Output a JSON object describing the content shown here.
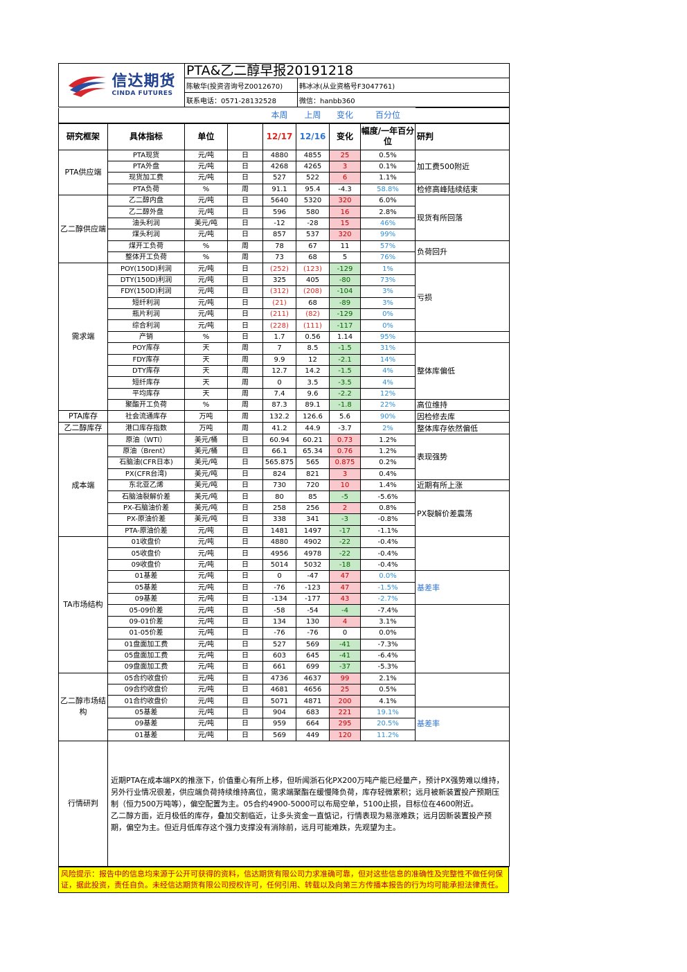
{
  "header": {
    "logo_cn": "信达期货",
    "logo_en": "CINDA FUTURES",
    "title": "PTA&乙二醇早报20191218",
    "analyst1": "陈敏华(投资咨询号Z0012670)",
    "analyst2": "韩冰冰(从业资格号F3047761)",
    "phone": "联系电话：0571-28132528",
    "wechat": "微信：hanbb360",
    "legend": [
      "本周",
      "上周",
      "变化",
      "百分位"
    ]
  },
  "columns": {
    "framework": "研究框架",
    "indicator": "具体指标",
    "unit": "单位",
    "date1": "12/17",
    "date2": "12/16",
    "change": "变化",
    "pct": "幅度/一年百分位",
    "judgement": "研判"
  },
  "colors": {
    "pink": "#f8c8cc",
    "green": "#c7e9c7",
    "red": "#e0261f",
    "blue": "#2e75d6",
    "risk_bg": "#ffff00"
  },
  "rows": [
    {
      "cat": "PTA供应端",
      "catSpan": 4,
      "name": "PTA现货",
      "unit": "元/吨",
      "freq": "日",
      "v1": "4880",
      "v2": "4855",
      "chg": "25",
      "chgC": "pink",
      "pct": "0.5%",
      "note": "加工费500附近",
      "noteSpan": 3
    },
    {
      "name": "PTA外盘",
      "unit": "元/吨",
      "freq": "日",
      "v1": "4268",
      "v2": "4265",
      "chg": "3",
      "chgC": "pink",
      "pct": "0.1%"
    },
    {
      "name": "现货加工费",
      "unit": "元/吨",
      "freq": "日",
      "v1": "527",
      "v2": "522",
      "chg": "6",
      "chgC": "pink",
      "pct": "1.1%"
    },
    {
      "name": "PTA负荷",
      "unit": "%",
      "freq": "周",
      "v1": "91.1",
      "v2": "95.4",
      "chg": "-4.3",
      "pct": "58.8%",
      "pctC": "blue",
      "note": "检修高峰陆续结束",
      "noteSpan": 1
    },
    {
      "cat": "乙二醇供应端",
      "catSpan": 6,
      "name": "乙二醇内盘",
      "unit": "元/吨",
      "freq": "日",
      "v1": "5640",
      "v2": "5320",
      "chg": "320",
      "chgC": "pink",
      "pct": "6.0%",
      "note": "现货有所回落",
      "noteSpan": 4
    },
    {
      "name": "乙二醇外盘",
      "unit": "元/吨",
      "freq": "日",
      "v1": "596",
      "v2": "580",
      "chg": "16",
      "chgC": "pink",
      "pct": "2.8%"
    },
    {
      "name": "油头利润",
      "unit": "美元/吨",
      "freq": "日",
      "v1": "-12",
      "v2": "-28",
      "chg": "15",
      "chgC": "pink",
      "pct": "46%",
      "pctC": "blue"
    },
    {
      "name": "煤头利润",
      "unit": "元/吨",
      "freq": "日",
      "v1": "857",
      "v2": "537",
      "chg": "320",
      "chgC": "pink",
      "pct": "99%",
      "pctC": "blue"
    },
    {
      "name": "煤开工负荷",
      "unit": "%",
      "freq": "周",
      "v1": "78",
      "v2": "67",
      "chg": "11",
      "pct": "57%",
      "pctC": "blue",
      "note": "负荷回升",
      "noteSpan": 2
    },
    {
      "name": "整体开工负荷",
      "unit": "%",
      "freq": "周",
      "v1": "73",
      "v2": "68",
      "chg": "5",
      "pct": "76%",
      "pctC": "blue"
    },
    {
      "cat": "需求端",
      "catSpan": 13,
      "name": "POY(150D)利润",
      "unit": "元/吨",
      "freq": "日",
      "v1": "(252)",
      "v1C": "red",
      "v2": "(123)",
      "v2C": "red",
      "chg": "-129",
      "chgC": "green",
      "pct": "1%",
      "pctC": "blue",
      "note": "亏损",
      "noteSpan": 6
    },
    {
      "name": "DTY(150D)利润",
      "unit": "元/吨",
      "freq": "日",
      "v1": "325",
      "v2": "405",
      "chg": "-80",
      "chgC": "green",
      "pct": "73%",
      "pctC": "blue"
    },
    {
      "name": "FDY(150D)利润",
      "unit": "元/吨",
      "freq": "日",
      "v1": "(312)",
      "v1C": "red",
      "v2": "(208)",
      "v2C": "red",
      "chg": "-104",
      "chgC": "green",
      "pct": "3%",
      "pctC": "blue"
    },
    {
      "name": "短纤利润",
      "unit": "元/吨",
      "freq": "日",
      "v1": "(21)",
      "v1C": "red",
      "v2": "68",
      "chg": "-89",
      "chgC": "green",
      "pct": "3%",
      "pctC": "blue"
    },
    {
      "name": "瓶片利润",
      "unit": "元/吨",
      "freq": "日",
      "v1": "(211)",
      "v1C": "red",
      "v2": "(82)",
      "v2C": "red",
      "chg": "-129",
      "chgC": "green",
      "pct": "0%",
      "pctC": "blue"
    },
    {
      "name": "综合利润",
      "unit": "元/吨",
      "freq": "日",
      "v1": "(228)",
      "v1C": "red",
      "v2": "(111)",
      "v2C": "red",
      "chg": "-117",
      "chgC": "green",
      "pct": "0%",
      "pctC": "blue"
    },
    {
      "name": "产销",
      "unit": "%",
      "freq": "日",
      "v1": "1.7",
      "v2": "0.56",
      "chg": "1.14",
      "pct": "95%",
      "pctC": "blue",
      "note": "",
      "noteSpan": 1
    },
    {
      "name": "POY库存",
      "unit": "天",
      "freq": "周",
      "v1": "7",
      "v2": "8.5",
      "chg": "-1.5",
      "chgC": "green",
      "pct": "31%",
      "pctC": "blue",
      "note": "整体库偏低",
      "noteSpan": 5
    },
    {
      "name": "FDY库存",
      "unit": "天",
      "freq": "周",
      "v1": "9.9",
      "v2": "12",
      "chg": "-2.1",
      "chgC": "green",
      "pct": "14%",
      "pctC": "blue"
    },
    {
      "name": "DTY库存",
      "unit": "天",
      "freq": "周",
      "v1": "12.7",
      "v2": "14.2",
      "chg": "-1.5",
      "chgC": "green",
      "pct": "4%",
      "pctC": "blue"
    },
    {
      "name": "短纤库存",
      "unit": "天",
      "freq": "周",
      "v1": "0",
      "v2": "3.5",
      "chg": "-3.5",
      "chgC": "green",
      "pct": "4%",
      "pctC": "blue"
    },
    {
      "name": "平均库存",
      "unit": "天",
      "freq": "周",
      "v1": "7.4",
      "v2": "9.6",
      "chg": "-2.2",
      "chgC": "green",
      "pct": "12%",
      "pctC": "blue"
    },
    {
      "name": "聚酯开工负荷",
      "unit": "%",
      "freq": "周",
      "v1": "87.3",
      "v2": "89.1",
      "chg": "-1.8",
      "chgC": "green",
      "pct": "22%",
      "pctC": "blue",
      "note": "高位维持",
      "noteSpan": 1
    },
    {
      "cat": "PTA库存",
      "catSpan": 1,
      "name": "社会流通库存",
      "unit": "万吨",
      "freq": "周",
      "v1": "132.2",
      "v2": "126.6",
      "chg": "5.6",
      "pct": "90%",
      "pctC": "blue",
      "note": "因检修去库",
      "noteSpan": 1
    },
    {
      "cat": "乙二醇库存",
      "catSpan": 1,
      "name": "港口库存指数",
      "unit": "万吨",
      "freq": "周",
      "v1": "41.2",
      "v2": "44.9",
      "chg": "-3.7",
      "pct": "2%",
      "pctC": "blue",
      "note": "整体库存依然偏低",
      "noteSpan": 1
    },
    {
      "cat": "成本端",
      "catSpan": 9,
      "name": "原油（WTI）",
      "unit": "美元/桶",
      "freq": "日",
      "v1": "60.94",
      "v2": "60.21",
      "chg": "0.73",
      "chgC": "pink",
      "pct": "1.2%",
      "note": "表现强势",
      "noteSpan": 4
    },
    {
      "name": "原油（Brent）",
      "unit": "美元/桶",
      "freq": "日",
      "v1": "66.1",
      "v2": "65.34",
      "chg": "0.76",
      "chgC": "pink",
      "pct": "1.2%"
    },
    {
      "name": "石脑油(CFR日本)",
      "unit": "美元/吨",
      "freq": "日",
      "v1": "565.875",
      "v2": "565",
      "chg": "0.875",
      "chgC": "pink",
      "pct": "0.2%"
    },
    {
      "name": "PX(CFR台湾)",
      "unit": "美元/吨",
      "freq": "日",
      "v1": "824",
      "v2": "821",
      "chg": "3",
      "chgC": "pink",
      "pct": "0.4%"
    },
    {
      "name": "东北亚乙烯",
      "unit": "美元/吨",
      "freq": "日",
      "v1": "730",
      "v2": "720",
      "chg": "10",
      "chgC": "pink",
      "pct": "1.4%",
      "note": "近期有所上涨",
      "noteSpan": 1
    },
    {
      "name": "石脑油裂解价差",
      "unit": "美元/吨",
      "freq": "日",
      "v1": "80",
      "v2": "85",
      "chg": "-5",
      "chgC": "green",
      "pct": "-5.6%",
      "note": "PX裂解价差震荡",
      "noteSpan": 4
    },
    {
      "name": "PX-石脑油价差",
      "unit": "美元/吨",
      "freq": "日",
      "v1": "258",
      "v2": "256",
      "chg": "2",
      "chgC": "pink",
      "pct": "0.8%"
    },
    {
      "name": "PX-原油价差",
      "unit": "美元/吨",
      "freq": "日",
      "v1": "338",
      "v2": "341",
      "chg": "-3",
      "chgC": "green",
      "pct": "-0.8%"
    },
    {
      "name": "PTA-原油价差",
      "unit": "元/吨",
      "freq": "日",
      "v1": "1481",
      "v2": "1497",
      "chg": "-17",
      "chgC": "green",
      "pct": "-1.1%"
    },
    {
      "cat": "TA市场结构",
      "catSpan": 12,
      "name": "01收盘价",
      "unit": "元/吨",
      "freq": "日",
      "v1": "4880",
      "v2": "4902",
      "chg": "-22",
      "chgC": "green",
      "pct": "-0.4%",
      "note": "",
      "noteSpan": 3
    },
    {
      "name": "05收盘价",
      "unit": "元/吨",
      "freq": "日",
      "v1": "4956",
      "v2": "4978",
      "chg": "-22",
      "chgC": "green",
      "pct": "-0.4%"
    },
    {
      "name": "09收盘价",
      "unit": "元/吨",
      "freq": "日",
      "v1": "5014",
      "v2": "5032",
      "chg": "-18",
      "chgC": "green",
      "pct": "-0.4%"
    },
    {
      "name": "01基差",
      "unit": "元/吨",
      "freq": "日",
      "v1": "0",
      "v2": "-47",
      "chg": "47",
      "chgC": "pink",
      "pct": "0.0%",
      "pctC": "blue",
      "note": "基差率",
      "noteSpan": 3,
      "noteC": "bluen"
    },
    {
      "name": "05基差",
      "unit": "元/吨",
      "freq": "日",
      "v1": "-76",
      "v2": "-123",
      "chg": "47",
      "chgC": "pink",
      "pct": "-1.5%",
      "pctC": "blue"
    },
    {
      "name": "09基差",
      "unit": "元/吨",
      "freq": "日",
      "v1": "-134",
      "v2": "-177",
      "chg": "43",
      "chgC": "pink",
      "pct": "-2.7%",
      "pctC": "blue"
    },
    {
      "name": "05-09价差",
      "unit": "元/吨",
      "freq": "日",
      "v1": "-58",
      "v2": "-54",
      "chg": "-4",
      "chgC": "green",
      "pct": "-7.4%",
      "note": "",
      "noteSpan": 6
    },
    {
      "name": "09-01价差",
      "unit": "元/吨",
      "freq": "日",
      "v1": "134",
      "v2": "130",
      "chg": "4",
      "chgC": "pink",
      "pct": "3.1%"
    },
    {
      "name": "01-05价差",
      "unit": "元/吨",
      "freq": "日",
      "v1": "-76",
      "v2": "-76",
      "chg": "0",
      "pct": "0.0%"
    },
    {
      "name": "01盘面加工费",
      "unit": "元/吨",
      "freq": "日",
      "v1": "527",
      "v2": "569",
      "chg": "-41",
      "chgC": "green",
      "pct": "-7.3%"
    },
    {
      "name": "05盘面加工费",
      "unit": "元/吨",
      "freq": "日",
      "v1": "603",
      "v2": "645",
      "chg": "-41",
      "chgC": "green",
      "pct": "-6.4%"
    },
    {
      "name": "09盘面加工费",
      "unit": "元/吨",
      "freq": "日",
      "v1": "661",
      "v2": "699",
      "chg": "-37",
      "chgC": "green",
      "pct": "-5.3%"
    },
    {
      "cat": "乙二醇市场结构",
      "catSpan": 6,
      "name": "05合约收盘价",
      "unit": "元/吨",
      "freq": "日",
      "v1": "4736",
      "v2": "4637",
      "chg": "99",
      "chgC": "pink",
      "pct": "2.1%",
      "note": "",
      "noteSpan": 3
    },
    {
      "name": "09合约收盘价",
      "unit": "元/吨",
      "freq": "日",
      "v1": "4681",
      "v2": "4656",
      "chg": "25",
      "chgC": "pink",
      "pct": "0.5%"
    },
    {
      "name": "01合约收盘价",
      "unit": "元/吨",
      "freq": "日",
      "v1": "5071",
      "v2": "4871",
      "chg": "200",
      "chgC": "pink",
      "pct": "4.1%"
    },
    {
      "name": "05基差",
      "unit": "元/吨",
      "freq": "日",
      "v1": "904",
      "v2": "683",
      "chg": "221",
      "chgC": "pink",
      "pct": "19.1%",
      "pctC": "blue",
      "note": "基差率",
      "noteSpan": 3,
      "noteC": "bluen"
    },
    {
      "name": "09基差",
      "unit": "元/吨",
      "freq": "日",
      "v1": "959",
      "v2": "664",
      "chg": "295",
      "chgC": "pink",
      "pct": "20.5%",
      "pctC": "blue"
    },
    {
      "name": "01基差",
      "unit": "元/吨",
      "freq": "日",
      "v1": "569",
      "v2": "449",
      "chg": "120",
      "chgC": "pink",
      "pct": "11.2%",
      "pctC": "blue"
    }
  ],
  "commentary": {
    "label": "行情研判",
    "p1": "近期PTA在成本端PX的推涨下，价值重心有所上移，但听闻浙石化PX200万吨产能已经量产，预计PX强势难以维持，另外行业情况很差，供应端负荷持续维持高位，需求端聚酯在缓慢降负荷，库存轻微累积；远月被新装置投产预期压制（恒力500万吨等），偏空配置为主。05合约4900-5000可以布局空单，5100止损，目标位在4600附近。",
    "p2": "乙二醇方面，近月极低的库存，叠加交割临近，让多头资金一直惦记，行情表现为易涨难跌；远月因新装置投产预期，偏空为主。但近月低库存这个强力支撑没有消除前，远月可能难跌，先观望为主。"
  },
  "risk": "风险提示：报告中的信息均来源于公开可获得的资料，信达期货有限公司力求准确可靠，但对这些信息的准确性及完整性不做任何保证，据此投资，责任自负。未经信达期货有限公司授权许可，任何引用、转载以及向第三方传播本报告的行为均可能承担法律责任。"
}
